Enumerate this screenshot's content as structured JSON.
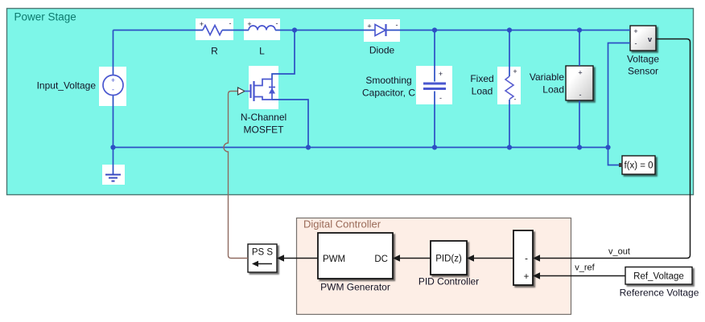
{
  "diagram": {
    "power_stage": {
      "title": "Power Stage",
      "input_voltage": {
        "label": "Input_Voltage",
        "plus": "+",
        "minus": "-"
      },
      "resistor": {
        "label": "R",
        "plus": "+",
        "minus": "-"
      },
      "inductor": {
        "label": "L",
        "plus": "+",
        "minus": "-"
      },
      "diode": {
        "label": "Diode",
        "plus": "+",
        "minus": "-"
      },
      "mosfet": {
        "label1": "N-Channel",
        "label2": "MOSFET"
      },
      "capacitor": {
        "label1": "Smoothing",
        "label2": "Capacitor, C",
        "plus": "+",
        "minus": "-"
      },
      "fixed_load": {
        "label1": "Fixed",
        "label2": "Load",
        "plus": "+",
        "minus": "-"
      },
      "variable_load": {
        "label1": "Variable",
        "label2": "Load",
        "plus": "+",
        "minus": "-"
      },
      "voltage_sensor": {
        "label1": "Voltage",
        "label2": "Sensor",
        "plus": "+",
        "minus": "-",
        "port_v": "v"
      },
      "solver": {
        "text": "f(x) = 0"
      }
    },
    "digital_controller": {
      "title": "Digital Controller",
      "pwm_generator": {
        "label": "PWM Generator",
        "port_in": "DC",
        "port_out": "PWM"
      },
      "pid_controller": {
        "text": "PID(z)",
        "label": "PID Controller"
      },
      "sum": {
        "top_sign": "-",
        "bottom_sign": "+"
      },
      "ps_converter": {
        "text": "PS S"
      }
    },
    "signals": {
      "v_out": "v_out",
      "v_ref": "v_ref"
    },
    "reference": {
      "text": "Ref_Voltage",
      "label": "Reference Voltage"
    },
    "colors": {
      "power_stage_fill": "#7df6e8",
      "power_stage_title": "#0c7a6e",
      "controller_fill": "#fdeee6",
      "controller_title": "#9a6a58",
      "wire_blue": "#2d4fc4",
      "physical_wire_brown": "#8f6b61",
      "signal_wire_black": "#1a1a1a"
    }
  }
}
